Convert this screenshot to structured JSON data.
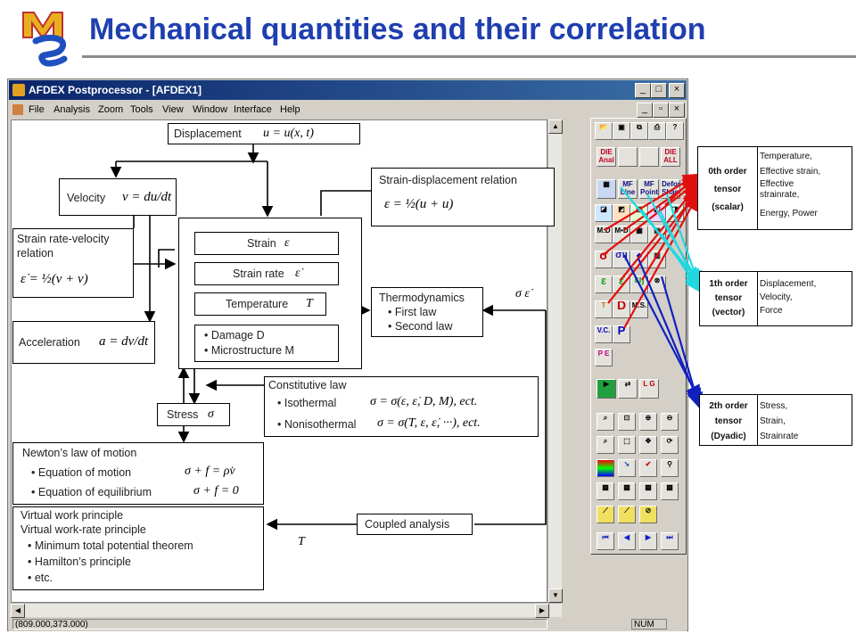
{
  "slide": {
    "title": "Mechanical quantities and their correlation"
  },
  "window": {
    "title": "AFDEX Postprocessor - [AFDEX1]",
    "menu": [
      "File",
      "Analysis",
      "Zoom",
      "Tools",
      "View",
      "Window",
      "Interface",
      "Help"
    ],
    "status_coord": "(809.000,373.000)",
    "status_num": "NUM"
  },
  "diagram": {
    "displacement": "Displacement",
    "displacement_eq": "u = u(x, t)",
    "velocity": "Velocity",
    "velocity_eq": "v = du/dt",
    "strain_disp_title": "Strain-displacement relation",
    "strain_disp_eq": "ε = ½(u + u)",
    "strain_rate_vel_title_1": "Strain rate-velocity",
    "strain_rate_vel_title_2": "relation",
    "strain_rate_vel_eq": "ε̇ = ½(v + v)",
    "acceleration": "Acceleration",
    "acceleration_eq": "a = dv/dt",
    "strain": "Strain",
    "strain_sym": "ε",
    "strain_rate": "Strain rate",
    "strain_rate_sym": "ε̇",
    "temperature": "Temperature",
    "temperature_sym": "T",
    "damage": "Damage D",
    "microstructure": "Microstructure M",
    "thermo_title": "Thermodynamics",
    "thermo_items": [
      "First law",
      "Second law"
    ],
    "thermo_input": "σ ε̇",
    "constitutive_title": "Constitutive law",
    "isothermal": "Isothermal",
    "isothermal_eq": "σ = σ(ε, ε̇, D, M), ect.",
    "nonisothermal": "Nonisothermal",
    "nonisothermal_eq": "σ = σ(T, ε, ε̇, ···), ect.",
    "stress": "Stress",
    "stress_sym": "σ",
    "newton_title": "Newton’s law of motion",
    "newton_items": [
      "Equation of motion",
      "Equation of equilibrium"
    ],
    "newton_eq1": "σ + f = ρv̇",
    "newton_eq2": "σ + f = 0",
    "virtual_1": "Virtual work principle",
    "virtual_2": "Virtual work-rate principle",
    "virtual_items": [
      "Minimum total potential theorem",
      "Hamilton’s principle",
      "etc."
    ],
    "coupled": "Coupled analysis",
    "coupled_T": "T"
  },
  "tensors": [
    {
      "order": "0th order",
      "kind": "tensor",
      "type": "(scalar)",
      "items": [
        "Temperature,",
        "Effective strain,",
        "Effective",
        "strainrate,",
        "Energy, Power"
      ]
    },
    {
      "order": "1th order",
      "kind": "tensor",
      "type": "(vector)",
      "items": [
        "Displacement,",
        "Velocity,",
        "Force"
      ]
    },
    {
      "order": "2th order",
      "kind": "tensor",
      "type": "(Dyadic)",
      "items": [
        "Stress,",
        "Strain,",
        "Strainrate"
      ]
    }
  ],
  "toolbar_labels": [
    "DIE Anal",
    "DIE ALL",
    "MF Line",
    "MF Point",
    "Deform Shape",
    "M:D",
    "M•D",
    "D",
    "M.S.",
    "V.C.",
    "P",
    "P E",
    "L G"
  ],
  "colors": {
    "title": "#1f3fb0",
    "arrow_red": "#e01010",
    "arrow_cyan": "#20d8e0",
    "arrow_blue": "#1020c0"
  }
}
